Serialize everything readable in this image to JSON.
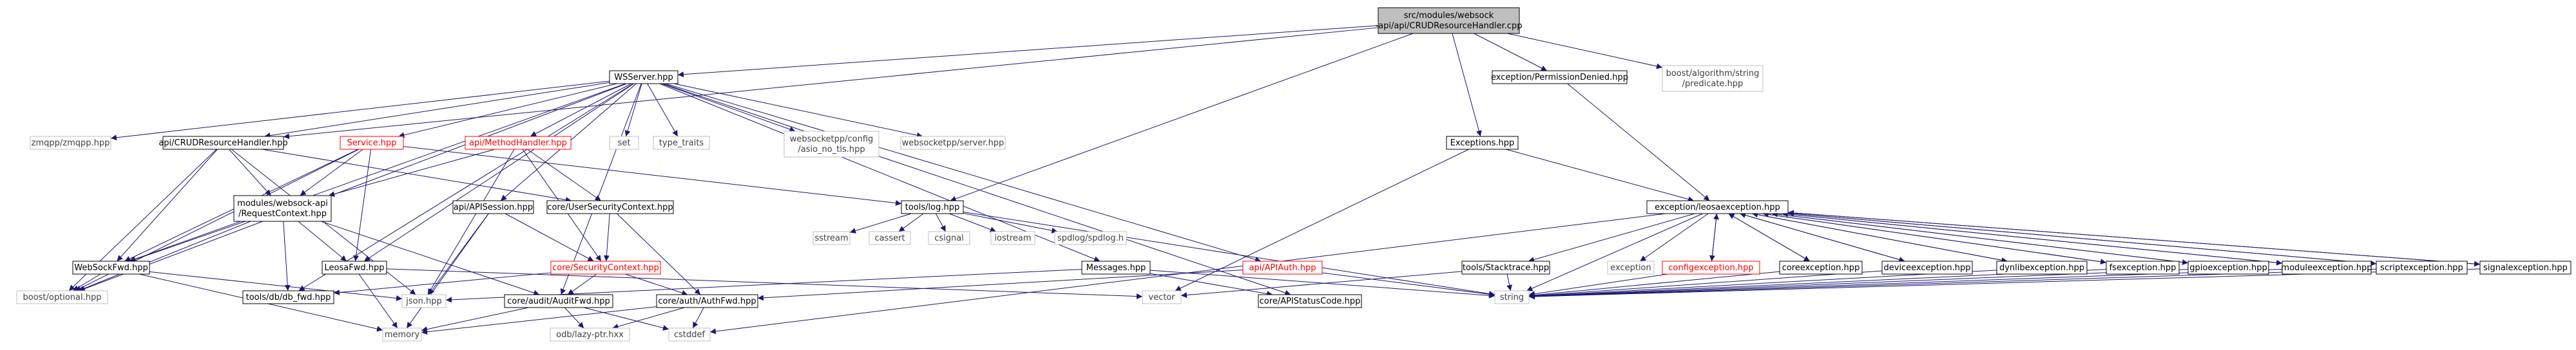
{
  "diagram": {
    "colors": {
      "edge": "#191970",
      "node_border": "#000000",
      "root_fill": "#bfbfbf",
      "missing_border": "#bfbfbf",
      "link_red": "#ff0000",
      "text": "#000000",
      "text_missing": "#404040"
    },
    "nodes": [
      {
        "id": "root",
        "lines": [
          "src/modules/websock",
          "-api/api/CRUDResourceHandler.cpp"
        ],
        "style": "root"
      },
      {
        "id": "wsserver",
        "lines": [
          "WSServer.hpp"
        ],
        "style": "normal"
      },
      {
        "id": "permdenied",
        "lines": [
          "exception/PermissionDenied.hpp"
        ],
        "style": "normal"
      },
      {
        "id": "boostalgo",
        "lines": [
          "boost/algorithm/string",
          "/predicate.hpp"
        ],
        "style": "missing"
      },
      {
        "id": "zmqpp",
        "lines": [
          "zmqpp/zmqpp.hpp"
        ],
        "style": "missing"
      },
      {
        "id": "crudh",
        "lines": [
          "api/CRUDResourceHandler.hpp"
        ],
        "style": "normal"
      },
      {
        "id": "service",
        "lines": [
          "Service.hpp"
        ],
        "style": "link"
      },
      {
        "id": "methodh",
        "lines": [
          "api/MethodHandler.hpp"
        ],
        "style": "link"
      },
      {
        "id": "set",
        "lines": [
          "set"
        ],
        "style": "missing"
      },
      {
        "id": "typetraits",
        "lines": [
          "type_traits"
        ],
        "style": "missing"
      },
      {
        "id": "wsppconfig",
        "lines": [
          "websocketpp/config",
          "/asio_no_tls.hpp"
        ],
        "style": "missing"
      },
      {
        "id": "wsppserver",
        "lines": [
          "websocketpp/server.hpp"
        ],
        "style": "missing"
      },
      {
        "id": "exceptions",
        "lines": [
          "Exceptions.hpp"
        ],
        "style": "normal"
      },
      {
        "id": "toolslog",
        "lines": [
          "tools/log.hpp"
        ],
        "style": "normal"
      },
      {
        "id": "leosaexc",
        "lines": [
          "exception/leosaexception.hpp"
        ],
        "style": "normal"
      },
      {
        "id": "reqctx",
        "lines": [
          "modules/websock-api",
          "/RequestContext.hpp"
        ],
        "style": "normal"
      },
      {
        "id": "usersec",
        "lines": [
          "core/UserSecurityContext.hpp"
        ],
        "style": "normal"
      },
      {
        "id": "apisession",
        "lines": [
          "api/APISession.hpp"
        ],
        "style": "normal"
      },
      {
        "id": "sstream",
        "lines": [
          "sstream"
        ],
        "style": "missing"
      },
      {
        "id": "cassert",
        "lines": [
          "cassert"
        ],
        "style": "missing"
      },
      {
        "id": "csignal",
        "lines": [
          "csignal"
        ],
        "style": "missing"
      },
      {
        "id": "iostream",
        "lines": [
          "iostream"
        ],
        "style": "missing"
      },
      {
        "id": "spdlog",
        "lines": [
          "spdlog/spdlog.h"
        ],
        "style": "missing"
      },
      {
        "id": "messages",
        "lines": [
          "Messages.hpp"
        ],
        "style": "normal"
      },
      {
        "id": "apiauth",
        "lines": [
          "api/APIAuth.hpp"
        ],
        "style": "link"
      },
      {
        "id": "wsfwd",
        "lines": [
          "WebSockFwd.hpp"
        ],
        "style": "normal"
      },
      {
        "id": "leosafwd",
        "lines": [
          "LeosaFwd.hpp"
        ],
        "style": "normal"
      },
      {
        "id": "secctx",
        "lines": [
          "core/SecurityContext.hpp"
        ],
        "style": "link"
      },
      {
        "id": "stacktrace",
        "lines": [
          "tools/Stacktrace.hpp"
        ],
        "style": "normal"
      },
      {
        "id": "exception",
        "lines": [
          "exception"
        ],
        "style": "missing"
      },
      {
        "id": "configexc",
        "lines": [
          "configexception.hpp"
        ],
        "style": "link"
      },
      {
        "id": "coreexc",
        "lines": [
          "coreexception.hpp"
        ],
        "style": "normal"
      },
      {
        "id": "deviceexc",
        "lines": [
          "deviceexception.hpp"
        ],
        "style": "normal"
      },
      {
        "id": "dynlibexc",
        "lines": [
          "dynlibexception.hpp"
        ],
        "style": "normal"
      },
      {
        "id": "fsexc",
        "lines": [
          "fsexception.hpp"
        ],
        "style": "normal"
      },
      {
        "id": "gpioexc",
        "lines": [
          "gpioexception.hpp"
        ],
        "style": "normal"
      },
      {
        "id": "moduleexc",
        "lines": [
          "moduleexception.hpp"
        ],
        "style": "normal"
      },
      {
        "id": "scriptexc",
        "lines": [
          "scriptexception.hpp"
        ],
        "style": "normal"
      },
      {
        "id": "signalexc",
        "lines": [
          "signalexception.hpp"
        ],
        "style": "normal"
      },
      {
        "id": "boostopt",
        "lines": [
          "boost/optional.hpp"
        ],
        "style": "missing"
      },
      {
        "id": "dbfwd",
        "lines": [
          "tools/db/db_fwd.hpp"
        ],
        "style": "normal"
      },
      {
        "id": "jsonhpp",
        "lines": [
          "json.hpp"
        ],
        "style": "missing"
      },
      {
        "id": "auditfwd",
        "lines": [
          "core/audit/AuditFwd.hpp"
        ],
        "style": "normal"
      },
      {
        "id": "authfwd",
        "lines": [
          "core/auth/AuthFwd.hpp"
        ],
        "style": "normal"
      },
      {
        "id": "vector",
        "lines": [
          "vector"
        ],
        "style": "missing"
      },
      {
        "id": "apistatus",
        "lines": [
          "core/APIStatusCode.hpp"
        ],
        "style": "normal"
      },
      {
        "id": "string",
        "lines": [
          "string"
        ],
        "style": "missing"
      },
      {
        "id": "memory",
        "lines": [
          "memory"
        ],
        "style": "missing"
      },
      {
        "id": "odb",
        "lines": [
          "odb/lazy-ptr.hxx"
        ],
        "style": "missing"
      },
      {
        "id": "cstddef",
        "lines": [
          "cstddef"
        ],
        "style": "missing"
      }
    ],
    "edges": [
      [
        "root",
        "wsserver"
      ],
      [
        "root",
        "permdenied"
      ],
      [
        "root",
        "boostalgo"
      ],
      [
        "root",
        "exceptions"
      ],
      [
        "root",
        "toolslog"
      ],
      [
        "root",
        "crudh"
      ],
      [
        "wsserver",
        "zmqpp"
      ],
      [
        "wsserver",
        "crudh"
      ],
      [
        "wsserver",
        "service"
      ],
      [
        "wsserver",
        "methodh"
      ],
      [
        "wsserver",
        "set"
      ],
      [
        "wsserver",
        "typetraits"
      ],
      [
        "wsserver",
        "wsppconfig"
      ],
      [
        "wsserver",
        "wsppserver"
      ],
      [
        "wsserver",
        "messages"
      ],
      [
        "wsserver",
        "apisession"
      ],
      [
        "wsserver",
        "leosafwd"
      ],
      [
        "wsserver",
        "wsfwd"
      ],
      [
        "wsserver",
        "apiauth"
      ],
      [
        "wsserver",
        "apistatus"
      ],
      [
        "wsserver",
        "auditfwd"
      ],
      [
        "wsserver",
        "boostopt"
      ],
      [
        "wsserver",
        "dbfwd"
      ],
      [
        "crudh",
        "reqctx"
      ],
      [
        "crudh",
        "wsfwd"
      ],
      [
        "crudh",
        "boostopt"
      ],
      [
        "crudh",
        "jsonhpp"
      ],
      [
        "crudh",
        "usersec"
      ],
      [
        "service",
        "reqctx"
      ],
      [
        "service",
        "wsfwd"
      ],
      [
        "service",
        "leosafwd"
      ],
      [
        "service",
        "toolslog"
      ],
      [
        "service",
        "boostopt"
      ],
      [
        "methodh",
        "reqctx"
      ],
      [
        "methodh",
        "usersec"
      ],
      [
        "methodh",
        "jsonhpp"
      ],
      [
        "methodh",
        "secctx"
      ],
      [
        "permdenied",
        "leosaexc"
      ],
      [
        "exceptions",
        "leosaexc"
      ],
      [
        "exceptions",
        "vector"
      ],
      [
        "toolslog",
        "sstream"
      ],
      [
        "toolslog",
        "cassert"
      ],
      [
        "toolslog",
        "csignal"
      ],
      [
        "toolslog",
        "iostream"
      ],
      [
        "toolslog",
        "spdlog"
      ],
      [
        "toolslog",
        "string"
      ],
      [
        "reqctx",
        "wsfwd"
      ],
      [
        "reqctx",
        "leosafwd"
      ],
      [
        "reqctx",
        "dbfwd"
      ],
      [
        "reqctx",
        "auditfwd"
      ],
      [
        "reqctx",
        "boostopt"
      ],
      [
        "usersec",
        "secctx"
      ],
      [
        "usersec",
        "authfwd"
      ],
      [
        "apisession",
        "secctx"
      ],
      [
        "apisession",
        "jsonhpp"
      ],
      [
        "apisession",
        "memory"
      ],
      [
        "messages",
        "jsonhpp"
      ],
      [
        "messages",
        "apistatus"
      ],
      [
        "messages",
        "string"
      ],
      [
        "apiauth",
        "authfwd"
      ],
      [
        "apiauth",
        "string"
      ],
      [
        "wsfwd",
        "memory"
      ],
      [
        "wsfwd",
        "jsonhpp"
      ],
      [
        "wsfwd",
        "boostopt"
      ],
      [
        "leosafwd",
        "memory"
      ],
      [
        "leosafwd",
        "vector"
      ],
      [
        "secctx",
        "auditfwd"
      ],
      [
        "secctx",
        "authfwd"
      ],
      [
        "secctx",
        "dbfwd"
      ],
      [
        "auditfwd",
        "memory"
      ],
      [
        "auditfwd",
        "odb"
      ],
      [
        "auditfwd",
        "cstddef"
      ],
      [
        "authfwd",
        "memory"
      ],
      [
        "authfwd",
        "odb"
      ],
      [
        "authfwd",
        "cstddef"
      ],
      [
        "leosaexc",
        "stacktrace"
      ],
      [
        "leosaexc",
        "exception"
      ],
      [
        "leosaexc",
        "configexc"
      ],
      [
        "leosaexc",
        "coreexc"
      ],
      [
        "leosaexc",
        "deviceexc"
      ],
      [
        "leosaexc",
        "dynlibexc"
      ],
      [
        "leosaexc",
        "fsexc"
      ],
      [
        "leosaexc",
        "gpioexc"
      ],
      [
        "leosaexc",
        "moduleexc"
      ],
      [
        "leosaexc",
        "scriptexc"
      ],
      [
        "leosaexc",
        "signalexc"
      ],
      [
        "leosaexc",
        "string"
      ],
      [
        "leosaexc",
        "cstddef"
      ],
      [
        "configexc",
        "leosaexc"
      ],
      [
        "coreexc",
        "leosaexc"
      ],
      [
        "deviceexc",
        "leosaexc"
      ],
      [
        "dynlibexc",
        "leosaexc"
      ],
      [
        "fsexc",
        "leosaexc"
      ],
      [
        "gpioexc",
        "leosaexc"
      ],
      [
        "moduleexc",
        "leosaexc"
      ],
      [
        "scriptexc",
        "leosaexc"
      ],
      [
        "signalexc",
        "leosaexc"
      ],
      [
        "stacktrace",
        "string"
      ],
      [
        "stacktrace",
        "vector"
      ],
      [
        "configexc",
        "string"
      ],
      [
        "coreexc",
        "string"
      ],
      [
        "deviceexc",
        "string"
      ],
      [
        "dynlibexc",
        "string"
      ],
      [
        "fsexc",
        "string"
      ],
      [
        "gpioexc",
        "string"
      ],
      [
        "moduleexc",
        "string"
      ],
      [
        "scriptexc",
        "string"
      ],
      [
        "signalexc",
        "string"
      ]
    ]
  }
}
